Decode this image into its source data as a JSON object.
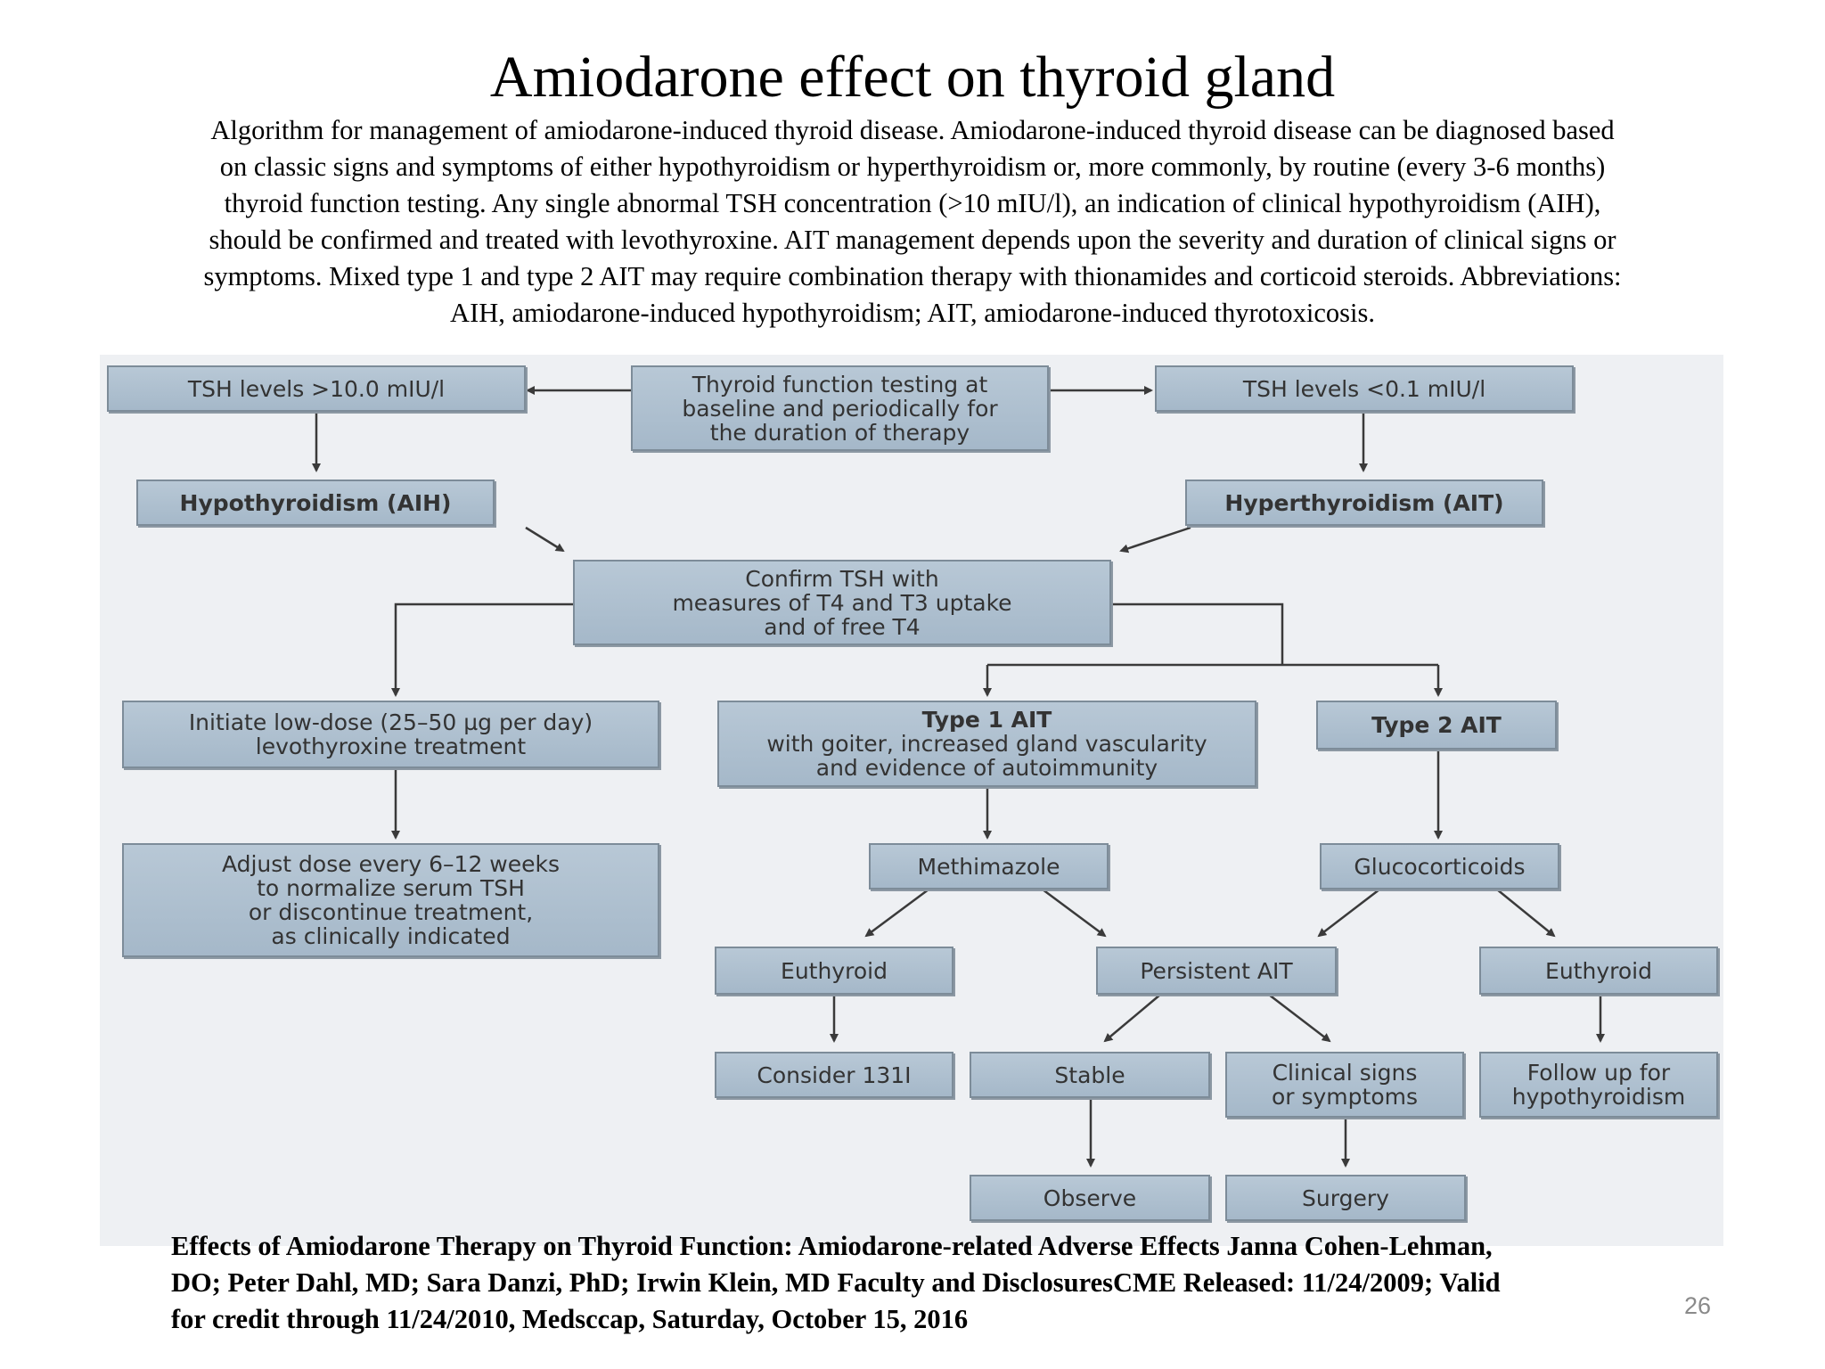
{
  "title": "Amiodarone effect on thyroid gland",
  "caption": [
    "Algorithm for management of amiodarone-induced thyroid disease. Amiodarone-induced thyroid disease can be diagnosed based",
    "on classic signs and symptoms of either hypothyroidism or hyperthyroidism or, more commonly, by routine (every 3-6 months)",
    "thyroid function testing. Any single abnormal TSH concentration (>10 mIU/l), an indication of clinical hypothyroidism (AIH),",
    "should be confirmed and treated with levothyroxine. AIT management depends upon the severity and duration of clinical signs or",
    "symptoms. Mixed type 1 and type 2 AIT may require combination therapy with thionamides and corticoid steroids. Abbreviations:",
    "AIH, amiodarone-induced hypothyroidism; AIT, amiodarone-induced thyrotoxicosis."
  ],
  "flowchart": {
    "tsh_high": [
      "TSH levels >10.0 mIU/l"
    ],
    "thyroid_testing": [
      "Thyroid function testing at",
      "baseline and periodically for",
      "the duration of therapy"
    ],
    "tsh_low": [
      "TSH levels <0.1 mIU/l"
    ],
    "hypothyroidism": [
      "Hypothyroidism (AIH)"
    ],
    "hyperthyroidism": [
      "Hyperthyroidism (AIT)"
    ],
    "confirm_tsh": [
      "Confirm TSH with",
      "measures of T4 and T3 uptake",
      "and of free T4"
    ],
    "initiate_levothyroxine": [
      "Initiate low-dose (25–50 µg per day)",
      "levothyroxine treatment"
    ],
    "type1_ait": [
      "Type 1 AIT",
      "with goiter, increased gland vascularity",
      "and evidence of autoimmunity"
    ],
    "type2_ait": [
      "Type 2 AIT"
    ],
    "adjust_dose": [
      "Adjust dose every 6–12 weeks",
      "to normalize serum TSH",
      "or discontinue treatment,",
      "as clinically indicated"
    ],
    "methimazole": [
      "Methimazole"
    ],
    "glucocorticoids": [
      "Glucocorticoids"
    ],
    "euthyroid_left": [
      "Euthyroid"
    ],
    "persistent_ait": [
      "Persistent AIT"
    ],
    "euthyroid_right": [
      "Euthyroid"
    ],
    "consider_iodine": [
      "Consider 131I"
    ],
    "stable": [
      "Stable"
    ],
    "clinical_signs": [
      "Clinical signs",
      "or symptoms"
    ],
    "follow_up": [
      "Follow up for",
      "hypothyroidism"
    ],
    "observe": [
      "Observe"
    ],
    "surgery": [
      "Surgery"
    ]
  },
  "footer": [
    "Effects of Amiodarone Therapy on Thyroid Function: Amiodarone-related Adverse Effects Janna Cohen-Lehman,",
    "DO; Peter Dahl, MD; Sara Danzi, PhD; Irwin Klein, MD  Faculty and DisclosuresCME Released: 11/24/2009; Valid",
    "for credit through 11/24/2010, Medsccap, Saturday, October 15, 2016"
  ],
  "page_number": "26",
  "colors": {
    "box_fill": "#aebfcf",
    "box_border": "#7d8c99",
    "arrow": "#3a3a3a",
    "figure_background": "#eef0f3"
  }
}
